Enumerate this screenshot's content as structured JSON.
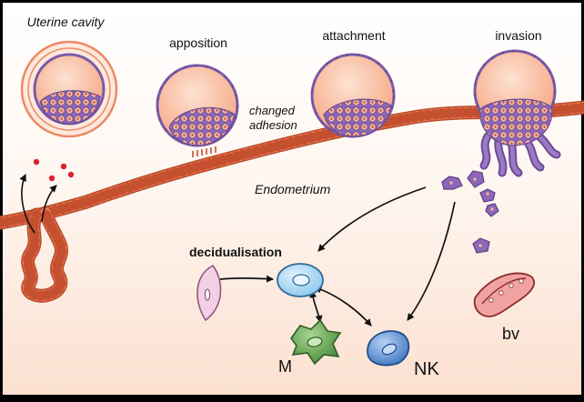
{
  "labels": {
    "uterine_cavity": "Uterine cavity",
    "apposition": "apposition",
    "attachment": "attachment",
    "invasion": "invasion",
    "changed": "changed",
    "adhesion": "adhesion",
    "endometrium": "Endometrium",
    "decidualisation": "decidualisation",
    "m": "M",
    "nk": "NK",
    "bv": "bv"
  },
  "colors": {
    "epithelium": "#ec7b55",
    "epithelium_edge": "#b84a2a",
    "background_top": "#ffffff",
    "background_bottom": "#fbe3d5",
    "trophoblast": "#7b5aa6",
    "blastocyst_fill": "#f9c2a4",
    "decidual_cell": "#a9d6f2",
    "macrophage": "#5c9e4a",
    "nk_cell": "#5b8fd1",
    "blood_vessel": "#e78b8b",
    "secretion_dot": "#d9232e"
  },
  "icons": [
    "blastocyst-icon",
    "decidual-cell-icon",
    "macrophage-icon",
    "nk-cell-icon",
    "blood-vessel-icon",
    "stromal-cell-icon",
    "uterine-gland-icon"
  ]
}
